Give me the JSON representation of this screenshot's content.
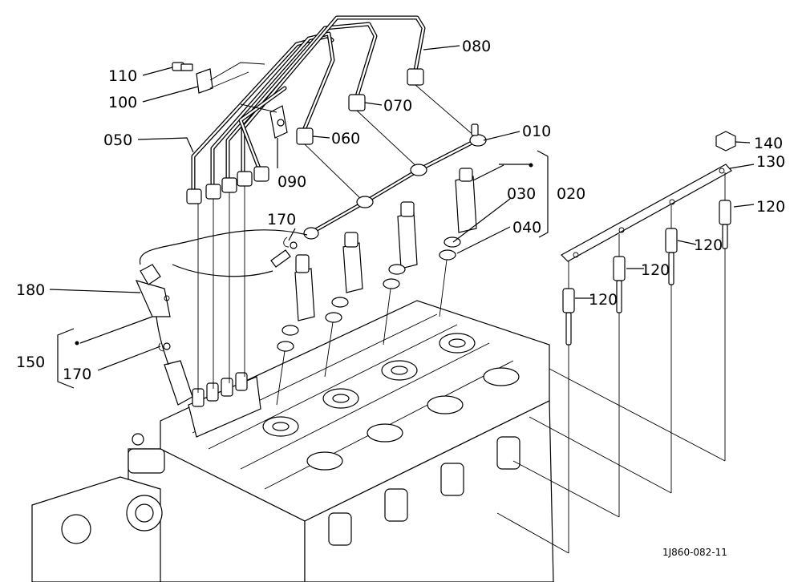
{
  "figure_code": "1J860-082-11",
  "callouts": {
    "c010": "010",
    "c020": "020",
    "c030": "030",
    "c040": "040",
    "c050": "050",
    "c060": "060",
    "c070": "070",
    "c080": "080",
    "c090": "090",
    "c100": "100",
    "c110": "110",
    "c120a": "120",
    "c120b": "120",
    "c120c": "120",
    "c120d": "120",
    "c130": "130",
    "c140": "140",
    "c150": "150",
    "c170a": "170",
    "c170b": "170",
    "c180": "180"
  }
}
